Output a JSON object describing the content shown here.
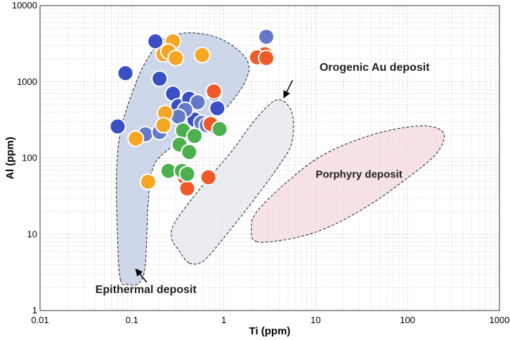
{
  "chart_data": {
    "type": "scatter",
    "xlabel": "Ti (ppm)",
    "ylabel": "Al (ppm)",
    "xscale": "log",
    "yscale": "log",
    "xlim": [
      0.01,
      1000
    ],
    "ylim": [
      1,
      10000
    ],
    "xticks": [
      "0.01",
      "0.1",
      "1",
      "10",
      "100",
      "1000"
    ],
    "yticks": [
      "1",
      "10",
      "100",
      "1000",
      "10000"
    ],
    "grid": true,
    "colors": {
      "dark_blue": "#3a4fc4",
      "slate_blue": "#6479c8",
      "orange": "#f5a623",
      "red_orange": "#f05a28",
      "green": "#4cb04f"
    },
    "fields": [
      {
        "label": "Epithermal deposit",
        "fill": "#c6d0e6",
        "polygon": [
          [
            0.075,
            2.5
          ],
          [
            0.07,
            8
          ],
          [
            0.068,
            60
          ],
          [
            0.075,
            220
          ],
          [
            0.1,
            700
          ],
          [
            0.14,
            1800
          ],
          [
            0.22,
            3600
          ],
          [
            0.45,
            4400
          ],
          [
            1.0,
            3500
          ],
          [
            1.8,
            1900
          ],
          [
            1.7,
            1000
          ],
          [
            1.0,
            420
          ],
          [
            0.55,
            250
          ],
          [
            0.25,
            130
          ],
          [
            0.17,
            75
          ],
          [
            0.15,
            25
          ],
          [
            0.14,
            4
          ],
          [
            0.12,
            2.3
          ],
          [
            0.09,
            2.2
          ]
        ]
      },
      {
        "label": "Orogenic Au deposit",
        "fill": "#e7e9f0",
        "polygon": [
          [
            0.42,
            4.2
          ],
          [
            0.33,
            6
          ],
          [
            0.27,
            9
          ],
          [
            0.3,
            15
          ],
          [
            0.6,
            45
          ],
          [
            1.2,
            120
          ],
          [
            2.2,
            320
          ],
          [
            3.8,
            580
          ],
          [
            5.5,
            400
          ],
          [
            5.5,
            160
          ],
          [
            4,
            80
          ],
          [
            2.2,
            30
          ],
          [
            1,
            9
          ],
          [
            0.6,
            4.5
          ]
        ]
      },
      {
        "label": "Porphyry deposit",
        "fill": "#f6dde0",
        "polygon": [
          [
            2.3,
            8
          ],
          [
            2.0,
            12
          ],
          [
            2.3,
            20
          ],
          [
            5,
            50
          ],
          [
            12,
            110
          ],
          [
            35,
            190
          ],
          [
            90,
            250
          ],
          [
            180,
            260
          ],
          [
            250,
            200
          ],
          [
            200,
            110
          ],
          [
            90,
            50
          ],
          [
            40,
            25
          ],
          [
            15,
            13
          ],
          [
            6,
            9
          ]
        ]
      }
    ],
    "annotations": [
      {
        "text": "Orogenic Au deposit",
        "x": 11,
        "y": 1400,
        "arrow_to": [
          4.5,
          620
        ]
      },
      {
        "text": "Porphyry deposit",
        "x": 10,
        "y": 55
      },
      {
        "text": "Epithermal deposit",
        "x": 0.04,
        "y": 1.7,
        "arrow_to": [
          0.11,
          3.5
        ]
      }
    ],
    "series": [
      {
        "color": "dark_blue",
        "points": [
          [
            0.18,
            3400
          ],
          [
            0.085,
            1300
          ],
          [
            0.2,
            1100
          ],
          [
            0.28,
            700
          ],
          [
            0.32,
            480
          ],
          [
            0.07,
            260
          ],
          [
            0.48,
            320
          ],
          [
            0.85,
            450
          ],
          [
            0.42,
            600
          ]
        ]
      },
      {
        "color": "slate_blue",
        "points": [
          [
            2.9,
            3900
          ],
          [
            0.78,
            700
          ],
          [
            0.52,
            540
          ],
          [
            0.38,
            430
          ],
          [
            0.14,
            205
          ],
          [
            0.2,
            220
          ],
          [
            0.32,
            350
          ],
          [
            0.57,
            290
          ],
          [
            0.65,
            270
          ],
          [
            0.78,
            270
          ],
          [
            0.82,
            250
          ]
        ]
      },
      {
        "color": "orange",
        "points": [
          [
            0.28,
            3400
          ],
          [
            0.22,
            2300
          ],
          [
            0.25,
            2500
          ],
          [
            0.3,
            2050
          ],
          [
            0.58,
            2250
          ],
          [
            0.23,
            390
          ],
          [
            0.22,
            270
          ],
          [
            0.11,
            180
          ],
          [
            0.15,
            49
          ]
        ]
      },
      {
        "color": "red_orange",
        "points": [
          [
            2.8,
            2300
          ],
          [
            2.3,
            2100
          ],
          [
            2.9,
            2050
          ],
          [
            0.78,
            750
          ],
          [
            0.38,
            55
          ],
          [
            0.4,
            40
          ],
          [
            0.68,
            56
          ],
          [
            0.72,
            280
          ]
        ]
      },
      {
        "color": "green",
        "points": [
          [
            0.36,
            230
          ],
          [
            0.9,
            240
          ],
          [
            0.33,
            150
          ],
          [
            0.48,
            195
          ],
          [
            0.42,
            120
          ],
          [
            0.25,
            68
          ],
          [
            0.35,
            68
          ],
          [
            0.4,
            62
          ]
        ]
      }
    ]
  }
}
